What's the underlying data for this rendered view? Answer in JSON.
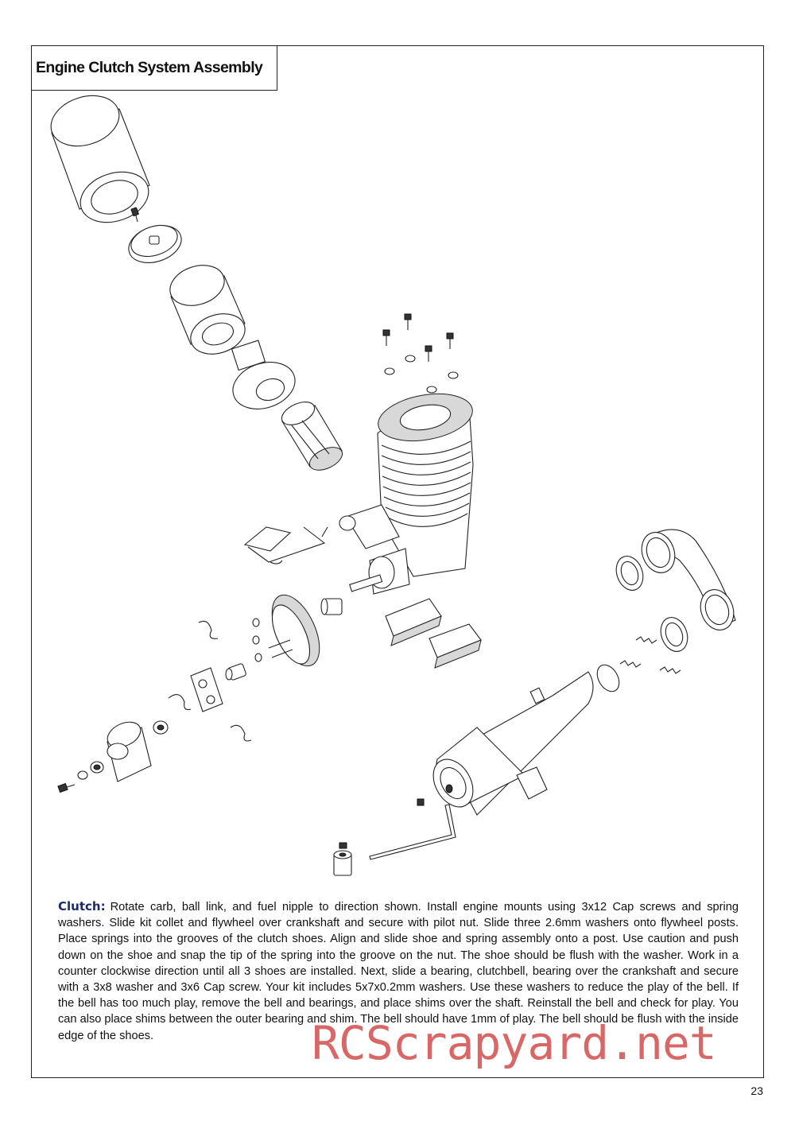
{
  "page": {
    "title": "Engine Clutch System Assembly",
    "page_number": "23",
    "watermark": "RCScrapyard.net"
  },
  "instructions": {
    "heading": "Clutch:",
    "body": "Rotate carb, ball link, and fuel nipple to direction shown. Install engine mounts using 3x12 Cap screws and spring washers. Slide kit collet and flywheel over crankshaft and secure with pilot nut. Slide three 2.6mm washers onto flywheel posts. Place springs into the grooves of the clutch shoes. Align and slide shoe and spring assembly onto a post. Use caution and push down on the shoe and snap the tip of the spring into the groove on the nut. The shoe should be flush with the washer. Work in a counter clockwise direction until all 3 shoes are installed. Next, slide a bearing, clutchbell, bearing over the crankshaft and secure with a 3x8 washer and 3x6 Cap screw. Your kit includes 5x7x0.2mm washers. Use these washers to reduce the play of the bell. If the bell has too much play, remove the bell and bearings, and place shims over the shaft. Reinstall the bell and check for play. You can also place shims between the outer bearing and shim. The bell should have 1mm of play. The bell should be flush with the inside edge of the shoes."
  }
}
